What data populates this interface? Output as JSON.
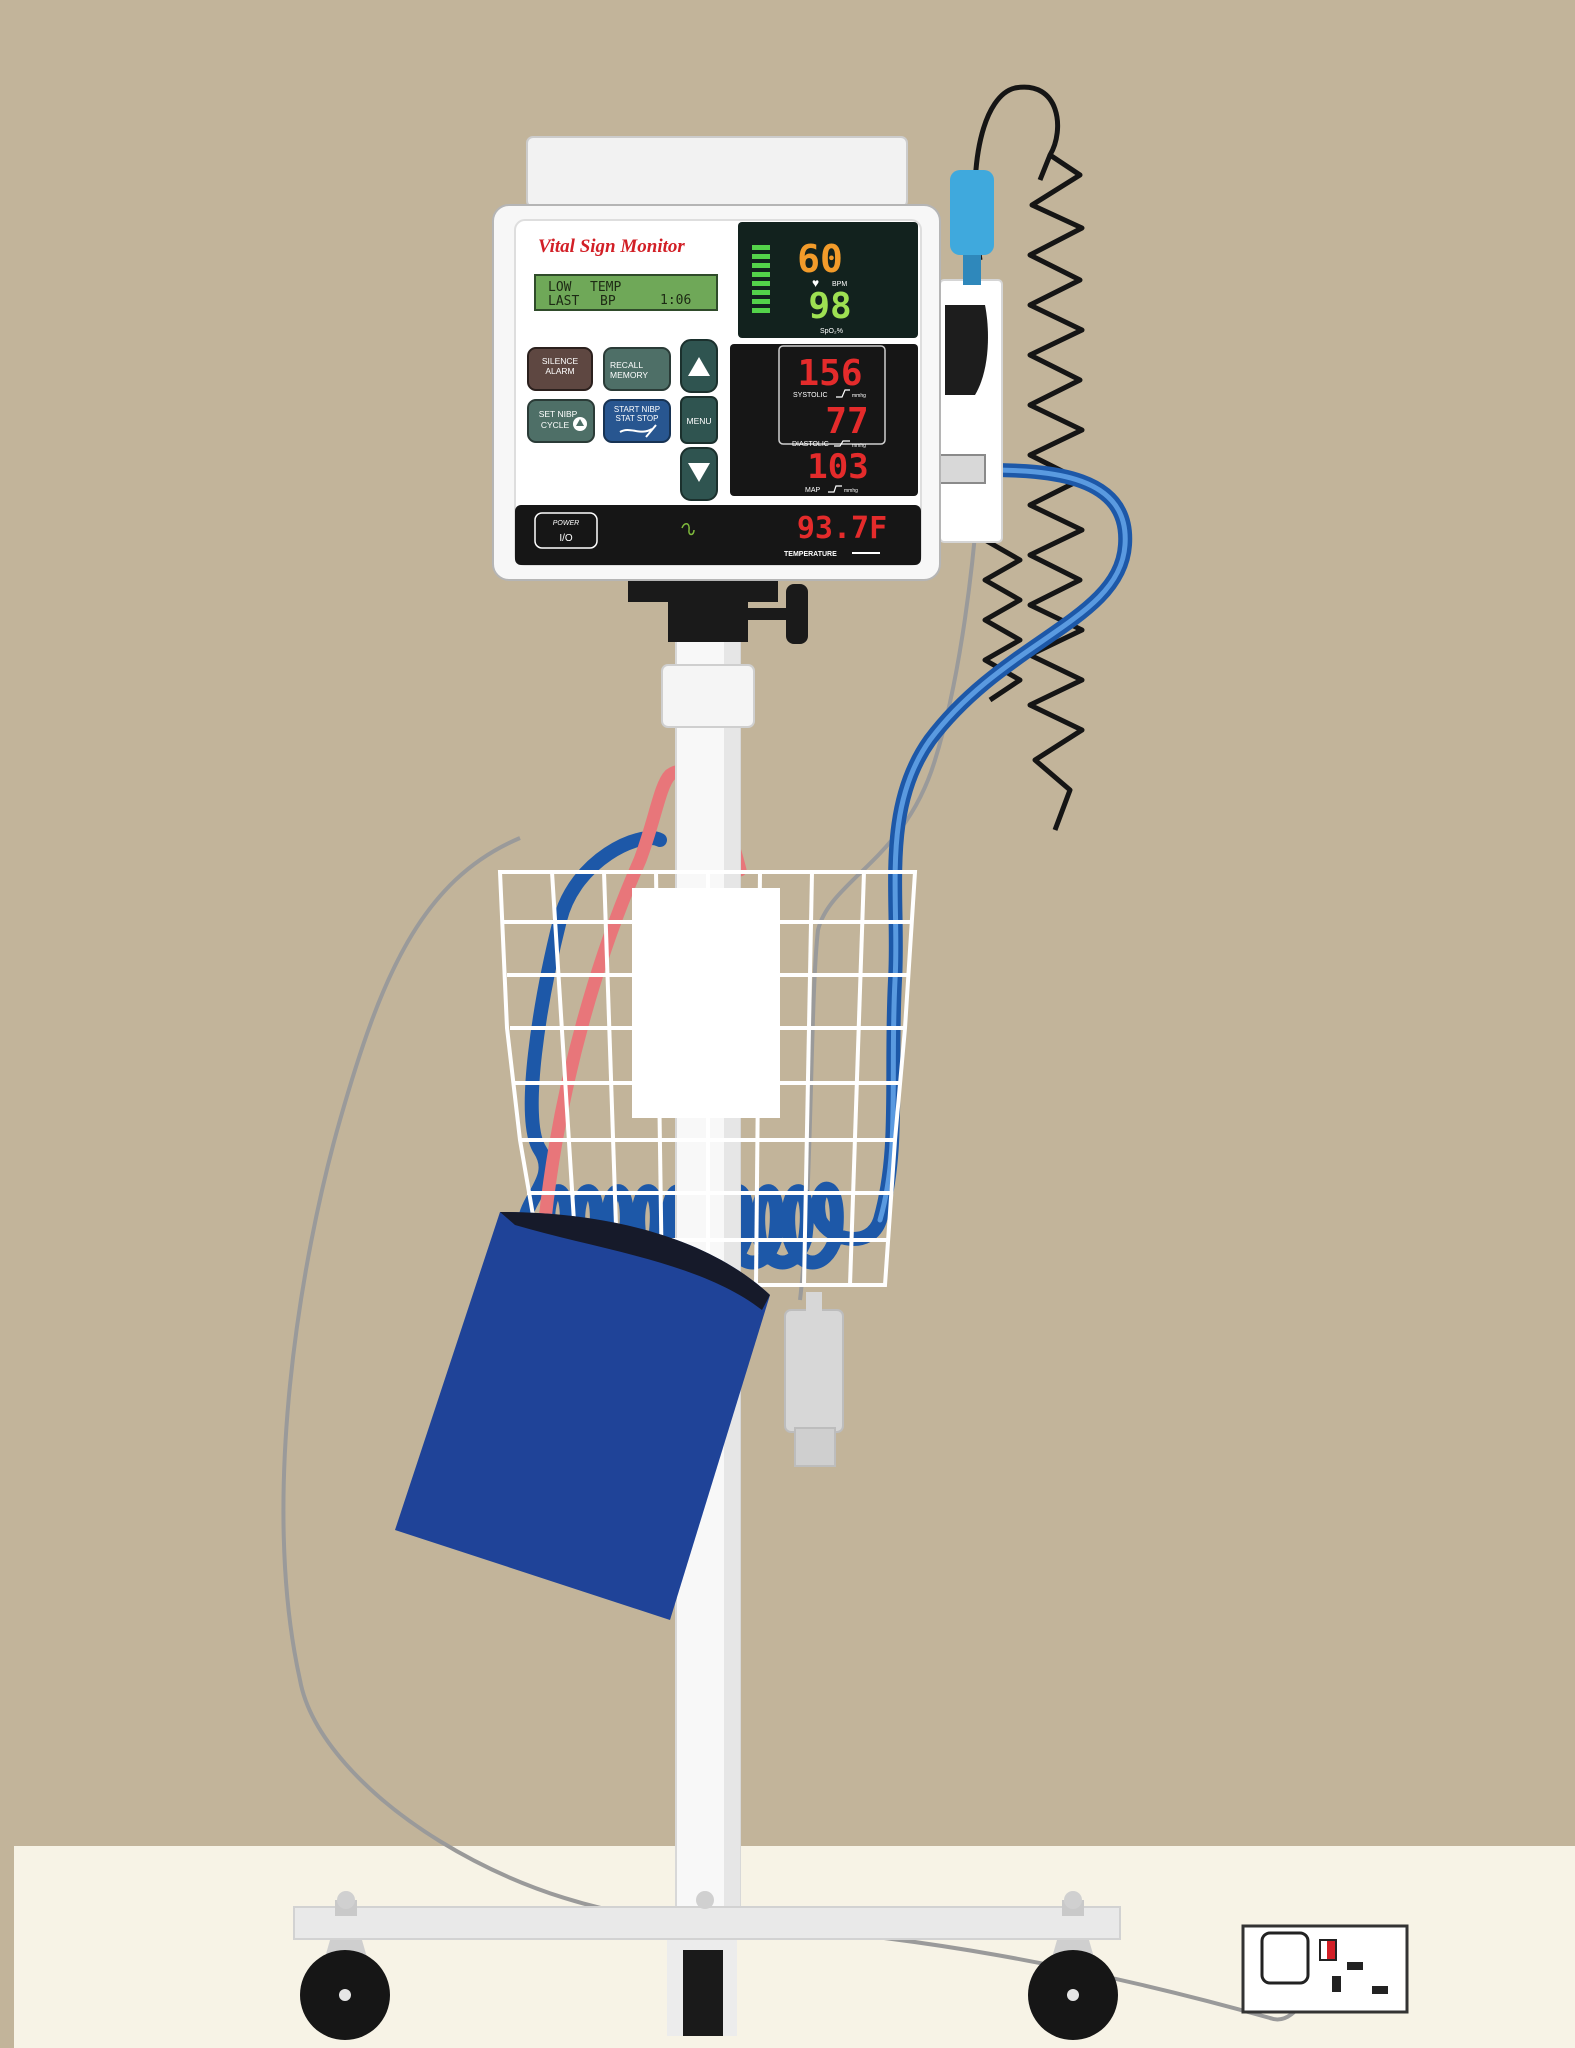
{
  "device": {
    "brand": "Vital Sign Monitor",
    "lcd": {
      "line1_left": "LOW",
      "line1_right": "TEMP",
      "line2_left": "LAST",
      "line2_right": "BP",
      "time": "1:06"
    },
    "pulse": {
      "value": "60",
      "unit": "BPM"
    },
    "spo2": {
      "value": "98",
      "unit": "SpO₂%"
    },
    "pressure": {
      "systolic_value": "156",
      "systolic_label": "SYSTOLIC",
      "diastolic_value": "77",
      "diastolic_label": "DIASTOLIC",
      "map_value": "103",
      "map_label": "MAP",
      "unit": "mmhg"
    },
    "temperature": {
      "value": "93.7F",
      "label": "TEMPERATURE"
    },
    "buttons": {
      "silence_alarm": [
        "SILENCE",
        "ALARM"
      ],
      "recall_memory": [
        "RECALL",
        "MEMORY"
      ],
      "set_nibp_cycle": [
        "SET NIBP",
        "CYCLE"
      ],
      "start_nibp": [
        "START NIBP",
        "STAT STOP"
      ],
      "menu": "MENU",
      "power": "POWER",
      "power_symbol": "I/O"
    }
  },
  "colors": {
    "wall": "#c2b49a",
    "floor": "#f7f3e6",
    "cuff": "#1f4398",
    "tube_blue": "#2f70c8",
    "tube_red": "#e8767a",
    "brand_red": "#d21f26",
    "lcd_green": "#6fa858",
    "led_red": "#e42b2b",
    "led_orange": "#f29b2a",
    "led_green": "#9ee052"
  }
}
